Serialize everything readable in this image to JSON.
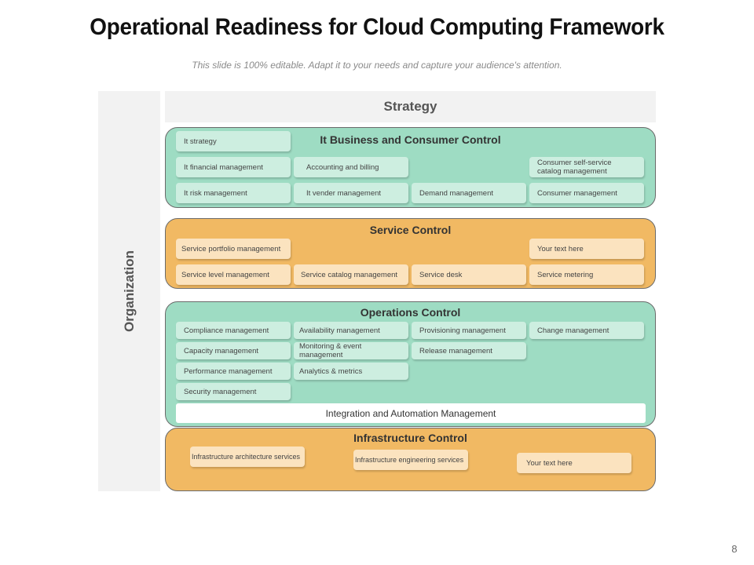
{
  "title": "Operational Readiness for Cloud Computing Framework",
  "subtitle": "This slide is 100% editable. Adapt it to your needs and capture your audience's attention.",
  "organization_label": "Organization",
  "strategy_label": "Strategy",
  "business": {
    "title": "It Business  and Consumer Control",
    "items": [
      "It strategy",
      "It financial management",
      "Accounting and billing",
      "Consumer self-service catalog management",
      "It risk management",
      "It vender management",
      "Demand management",
      "Consumer management"
    ]
  },
  "service": {
    "title": "Service Control",
    "items": [
      "Service portfolio management",
      "Your text here",
      "Service level management",
      "Service catalog management",
      "Service desk",
      "Service metering"
    ]
  },
  "operations": {
    "title": "Operations Control",
    "items": [
      "Compliance management",
      "Availability management",
      "Provisioning management",
      "Change management",
      "Capacity management",
      "Monitoring  & event management",
      "Release management",
      "Performance management",
      "Analytics & metrics",
      "Security management"
    ],
    "integration": "Integration and Automation Management"
  },
  "infrastructure": {
    "title": "Infrastructure Control",
    "items": [
      "Infrastructure architecture services",
      "Infrastructure engineering services",
      "Your text here"
    ]
  },
  "page_number": "8",
  "colors": {
    "green_panel": "#9edcc3",
    "orange_panel": "#f1b963",
    "green_box": "#cdeee0",
    "orange_box": "#fbe3bf"
  }
}
